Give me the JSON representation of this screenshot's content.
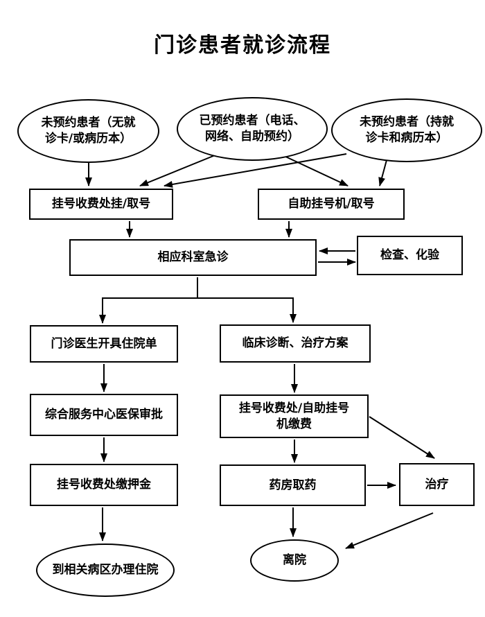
{
  "title": "门诊患者就诊流程",
  "nodes": {
    "start_no_appt_no_card": {
      "label": "未预约患者（无就诊卡/或病历本）",
      "shape": "ellipse"
    },
    "start_appointed": {
      "label": "已预约患者（电话、网络、自助预约）",
      "shape": "ellipse"
    },
    "start_no_appt_with_card": {
      "label": "未预约患者（持就诊卡和病历本）",
      "shape": "ellipse"
    },
    "register_window": {
      "label": "挂号收费处挂/取号",
      "shape": "box"
    },
    "self_service_machine": {
      "label": "自助挂号机/取号",
      "shape": "box"
    },
    "department_visit": {
      "label": "相应科室急诊",
      "shape": "box"
    },
    "tests_lab": {
      "label": "检查、化验",
      "shape": "box"
    },
    "admission_order": {
      "label": "门诊医生开具住院单",
      "shape": "box"
    },
    "insurance_approval": {
      "label": "综合服务中心医保审批",
      "shape": "box"
    },
    "pay_deposit": {
      "label": "挂号收费处缴押金",
      "shape": "box"
    },
    "diagnosis_plan": {
      "label": "临床诊断、治疗方案",
      "shape": "box"
    },
    "payment": {
      "label": "挂号收费处/自助挂号机缴费",
      "shape": "box"
    },
    "pharmacy": {
      "label": "药房取药",
      "shape": "box"
    },
    "treatment": {
      "label": "治疗",
      "shape": "box"
    },
    "admit_ward": {
      "label": "到相关病区办理住院",
      "shape": "ellipse"
    },
    "leave_hospital": {
      "label": "离院",
      "shape": "ellipse"
    }
  },
  "edges": [
    {
      "from": "start_no_appt_no_card",
      "to": "register_window"
    },
    {
      "from": "start_appointed",
      "to": "register_window"
    },
    {
      "from": "start_no_appt_with_card",
      "to": "register_window"
    },
    {
      "from": "start_appointed",
      "to": "self_service_machine"
    },
    {
      "from": "start_no_appt_with_card",
      "to": "self_service_machine"
    },
    {
      "from": "register_window",
      "to": "department_visit"
    },
    {
      "from": "self_service_machine",
      "to": "department_visit"
    },
    {
      "from": "tests_lab",
      "to": "department_visit"
    },
    {
      "from": "department_visit",
      "to": "tests_lab"
    },
    {
      "from": "department_visit",
      "to": "admission_order"
    },
    {
      "from": "department_visit",
      "to": "diagnosis_plan"
    },
    {
      "from": "admission_order",
      "to": "insurance_approval"
    },
    {
      "from": "insurance_approval",
      "to": "pay_deposit"
    },
    {
      "from": "pay_deposit",
      "to": "admit_ward"
    },
    {
      "from": "diagnosis_plan",
      "to": "payment"
    },
    {
      "from": "payment",
      "to": "pharmacy"
    },
    {
      "from": "payment",
      "to": "treatment"
    },
    {
      "from": "pharmacy",
      "to": "treatment"
    },
    {
      "from": "pharmacy",
      "to": "leave_hospital"
    },
    {
      "from": "treatment",
      "to": "leave_hospital"
    }
  ],
  "colors": {
    "stroke": "#000000",
    "background": "#ffffff"
  }
}
